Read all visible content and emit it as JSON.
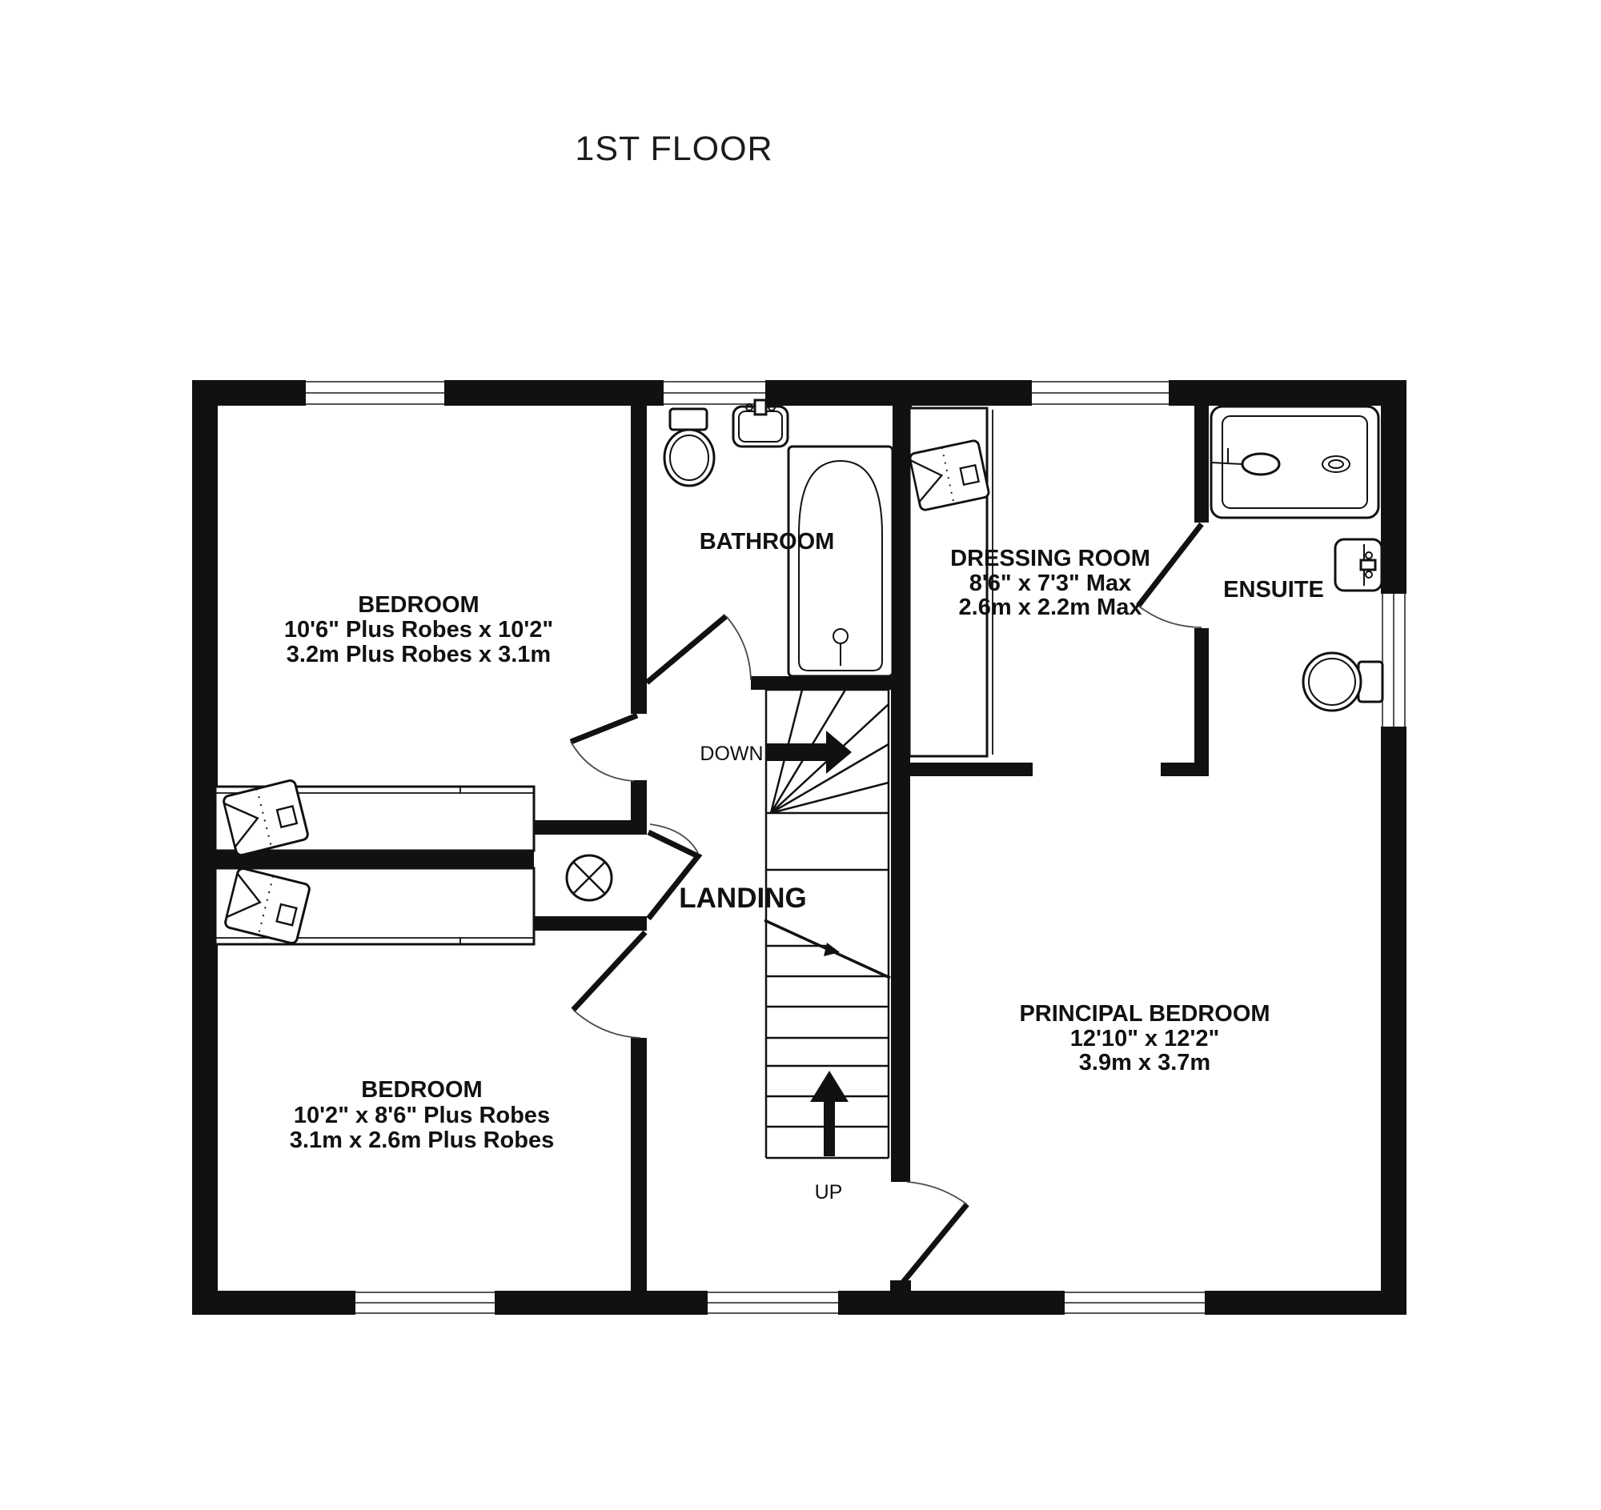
{
  "title": "1ST FLOOR",
  "rooms": {
    "bedroom1": {
      "name": "BEDROOM",
      "dim_imperial": "10'6\" Plus Robes x 10'2\"",
      "dim_metric": "3.2m Plus Robes x 3.1m"
    },
    "bedroom2": {
      "name": "BEDROOM",
      "dim_imperial": "10'2\"  x 8'6\" Plus Robes",
      "dim_metric": "3.1m  x 2.6m Plus Robes"
    },
    "principal": {
      "name": "PRINCIPAL BEDROOM",
      "dim_imperial": "12'10\"  x 12'2\"",
      "dim_metric": "3.9m  x 3.7m"
    },
    "dressing": {
      "name": "DRESSING ROOM",
      "dim_imperial": "8'6\"  x 7'3\" Max",
      "dim_metric": "2.6m  x 2.2m Max"
    },
    "bathroom": {
      "name": "BATHROOM"
    },
    "ensuite": {
      "name": "ENSUITE"
    },
    "landing": {
      "name": "LANDING"
    }
  },
  "stairs": {
    "down_label": "DOWN",
    "up_label": "UP"
  },
  "icons": {
    "shirt": "folded-shirt-robe-icon",
    "cylinder": "hot-water-cylinder-icon",
    "bath": "bathtub-icon",
    "shower": "shower-tray-icon",
    "toilet": "toilet-icon",
    "sink": "basin-icon"
  },
  "colors": {
    "wall": "#111111",
    "arc": "#4a4a4a",
    "window_line": "#555555",
    "background": "#ffffff"
  }
}
